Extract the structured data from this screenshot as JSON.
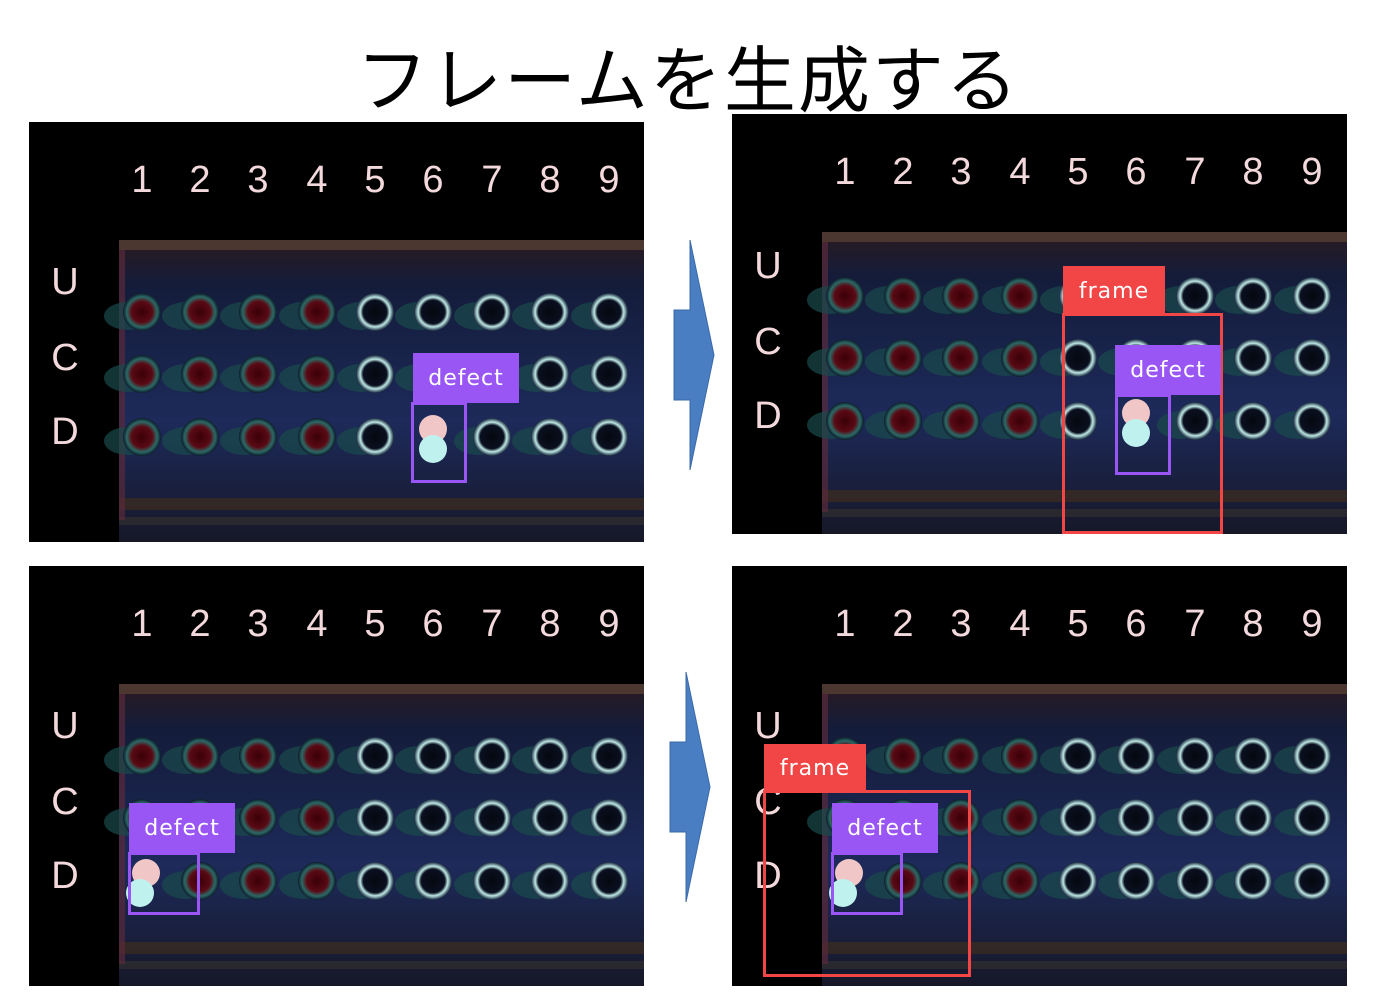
{
  "title": "フレームを生成する",
  "columns": [
    "1",
    "2",
    "3",
    "4",
    "5",
    "6",
    "7",
    "8",
    "9"
  ],
  "rows": [
    "U",
    "C",
    "D"
  ],
  "labels": {
    "defect": "defect",
    "frame": "frame"
  },
  "colors": {
    "defect": "#9a55f5",
    "frame": "#f24545",
    "arrow": "#4a7ec2"
  },
  "panels": [
    {
      "id": "top-left",
      "defect_cell": "D6",
      "frame": false
    },
    {
      "id": "top-right",
      "defect_cell": "D6",
      "frame": true
    },
    {
      "id": "bottom-left",
      "defect_cell": "D1",
      "frame": false
    },
    {
      "id": "bottom-right",
      "defect_cell": "D1",
      "frame": true
    }
  ]
}
